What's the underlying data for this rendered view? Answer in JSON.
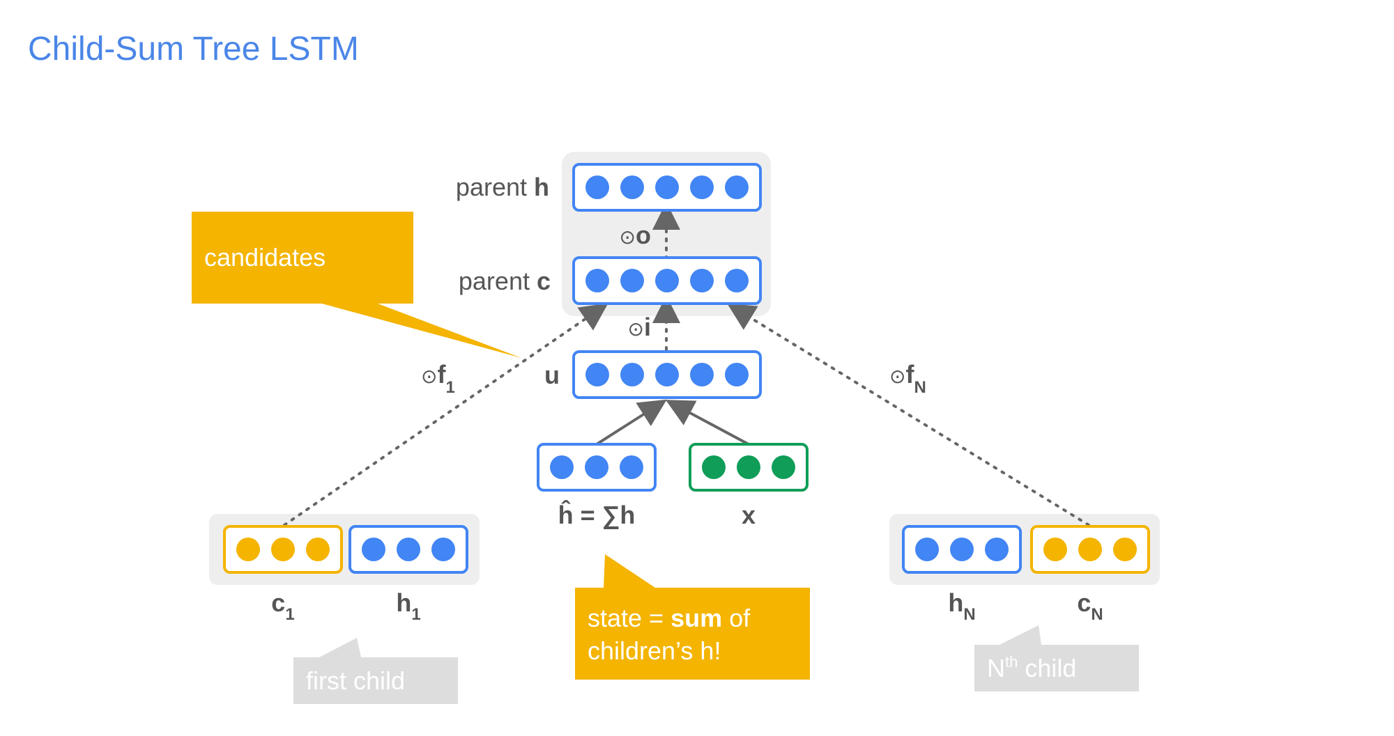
{
  "title": "Child-Sum Tree LSTM",
  "colors": {
    "title": "#4a86e8",
    "blue": "#4285f4",
    "yellow": "#f4b400",
    "green": "#0f9d58",
    "gray_panel": "#eeeeee",
    "label": "#555555",
    "callout": "#f4b400",
    "gray_callout": "#dddddd"
  },
  "icons": [
    "dot-icon",
    "arrow-head-icon"
  ],
  "labels": {
    "parent_h_prefix": "parent ",
    "parent_h_var": "h",
    "parent_c_prefix": "parent ",
    "parent_c_var": "c",
    "u": "u",
    "h_hat": "ĥ = ∑h",
    "x": "x",
    "c1_var": "c",
    "c1_sub": "1",
    "h1_var": "h",
    "h1_sub": "1",
    "hN_var": "h",
    "hN_sub": "N",
    "cN_var": "c",
    "cN_sub": "N"
  },
  "gates": {
    "o_sym": "⊙",
    "o_var": "o",
    "i_sym": "⊙",
    "i_var": "i",
    "f1_sym": "⊙",
    "f1_var": "f",
    "f1_sub": "1",
    "fN_sym": "⊙",
    "fN_var": "f",
    "fN_sub": "N"
  },
  "callouts": {
    "candidates": "candidates",
    "state_prefix": "state = ",
    "state_bold": "sum",
    "state_suffix": " of",
    "state_line2": "children’s h!",
    "first_child": "first child",
    "nth_prefix": "N",
    "nth_sup": "th",
    "nth_suffix": " child"
  }
}
